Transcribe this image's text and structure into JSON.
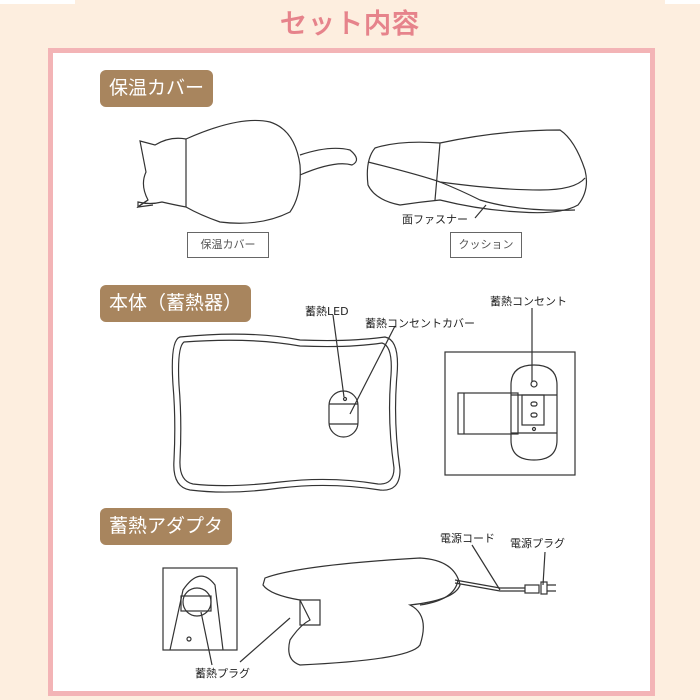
{
  "title": "セット内容",
  "sections": [
    {
      "badge": "保温カバー",
      "captions": [
        "保温カバー",
        "クッション"
      ],
      "callouts": [
        "面ファスナー"
      ]
    },
    {
      "badge": "本体（蓄熱器）",
      "callouts": [
        "蓄熱LED",
        "蓄熱コンセントカバー",
        "蓄熱コンセント"
      ]
    },
    {
      "badge": "蓄熱アダプタ",
      "callouts": [
        "電源コード",
        "電源プラグ",
        "蓄熱プラグ"
      ]
    }
  ],
  "colors": {
    "title": "#e6838b",
    "badge": "#a8855e",
    "frame": "#f3b4b6",
    "background": "#fdeedf"
  }
}
